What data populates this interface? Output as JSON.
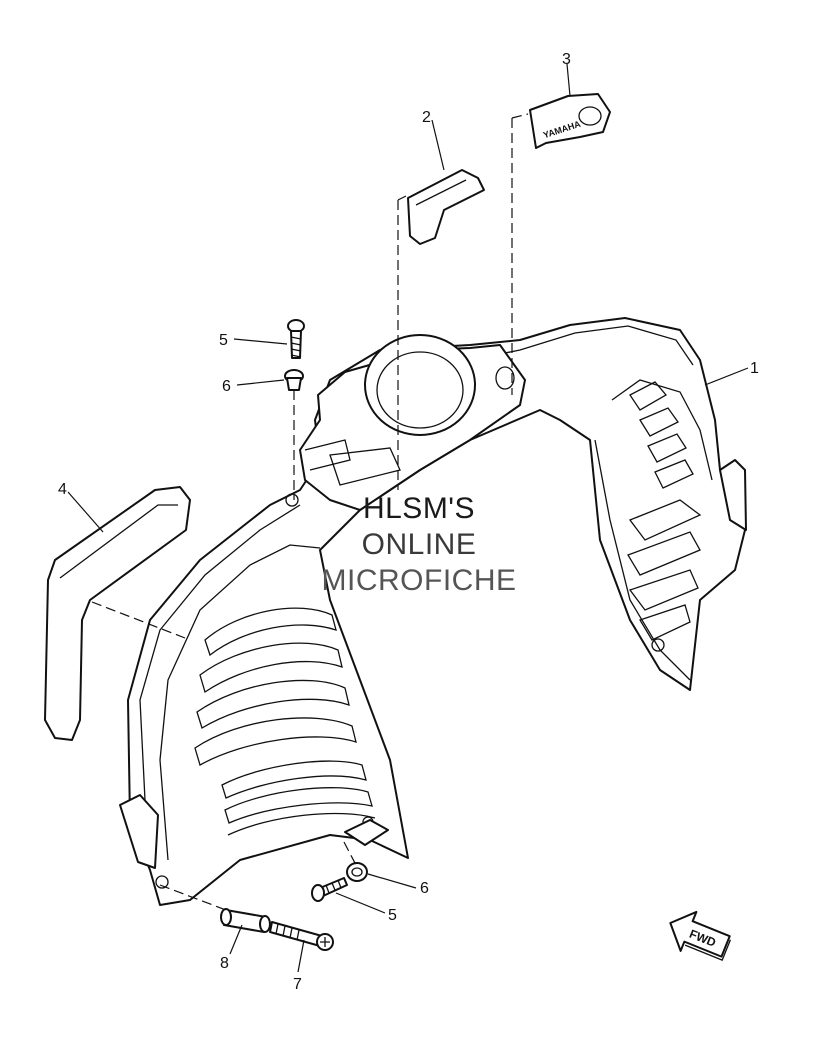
{
  "diagram": {
    "callouts": [
      {
        "id": "callout-1",
        "text": "1"
      },
      {
        "id": "callout-2",
        "text": "2"
      },
      {
        "id": "callout-3",
        "text": "3"
      },
      {
        "id": "callout-4",
        "text": "4"
      },
      {
        "id": "callout-5a",
        "text": "5"
      },
      {
        "id": "callout-6a",
        "text": "6"
      },
      {
        "id": "callout-5b",
        "text": "5"
      },
      {
        "id": "callout-6b",
        "text": "6"
      },
      {
        "id": "callout-7",
        "text": "7"
      },
      {
        "id": "callout-8",
        "text": "8"
      }
    ],
    "decal_text": "YAMAHA",
    "fwd_arrow_text": "FWD"
  },
  "watermark": {
    "line1": "HLSM'S",
    "line2": "ONLINE",
    "line3": "MICROFICHE"
  }
}
